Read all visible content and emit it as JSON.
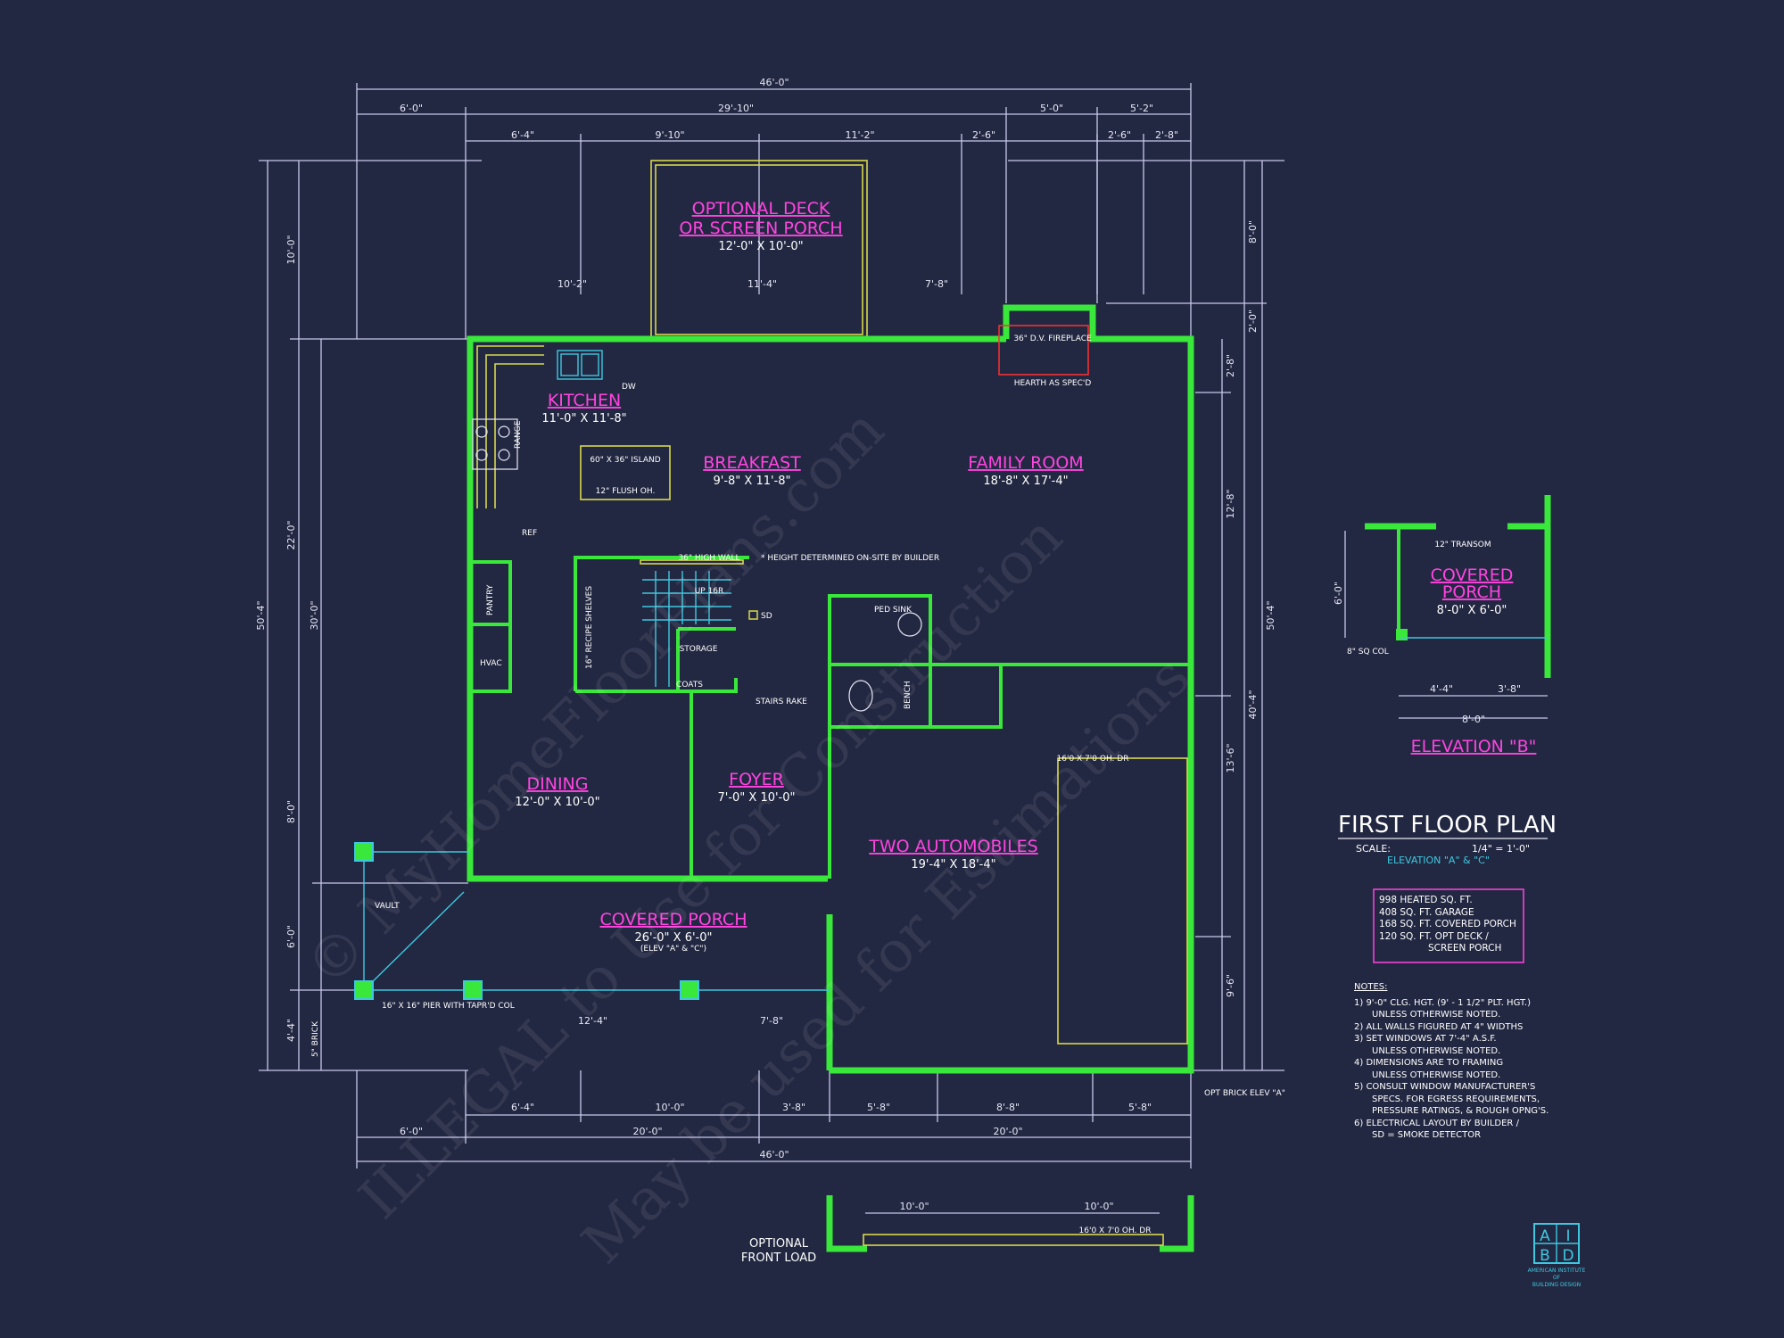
{
  "title": "FIRST FLOOR PLAN",
  "scale_label": "SCALE:",
  "scale_value": "1/4\" = 1'-0\"",
  "elevation": "ELEVATION \"A\" & \"C\"",
  "areas": [
    "998 HEATED SQ. FT.",
    "408 SQ. FT. GARAGE",
    "168 SQ. FT. COVERED PORCH",
    "120 SQ. FT. OPT DECK /",
    "SCREEN PORCH"
  ],
  "notes_title": "NOTES:",
  "notes": [
    "1)  9'-0\"  CLG. HGT. (9' - 1 1/2\" PLT. HGT.)",
    "UNLESS OTHERWISE NOTED.",
    "2)  ALL  WALLS FIGURED AT 4\" WIDTHS",
    "3)  SET WINDOWS AT 7'-4\" A.S.F.",
    "UNLESS OTHERWISE NOTED.",
    "4)  DIMENSIONS ARE TO FRAMING",
    "UNLESS OTHERWISE NOTED.",
    "5)  CONSULT WINDOW MANUFACTURER'S",
    "SPECS. FOR EGRESS REQUIREMENTS,",
    "PRESSURE RATINGS, & ROUGH OPNG'S.",
    "6)  ELECTRICAL LAYOUT BY BUILDER /",
    "SD = SMOKE DETECTOR"
  ],
  "rooms": {
    "deck": {
      "name1": "OPTIONAL DECK",
      "name2": "OR SCREEN PORCH",
      "size": "12'-0\" X 10'-0\""
    },
    "kitchen": {
      "name": "KITCHEN",
      "size": "11'-0\" X 11'-8\""
    },
    "breakfast": {
      "name": "BREAKFAST",
      "size": "9'-8\" X 11'-8\""
    },
    "family": {
      "name": "FAMILY ROOM",
      "size": "18'-8\" X 17'-4\""
    },
    "dining": {
      "name": "DINING",
      "size": "12'-0\" X 10'-0\""
    },
    "foyer": {
      "name": "FOYER",
      "size": "7'-0\" X 10'-0\""
    },
    "garage": {
      "name": "TWO AUTOMOBILES",
      "size": "19'-4\" X 18'-4\""
    },
    "porch": {
      "name": "COVERED PORCH",
      "size": "26'-0\" X 6'-0\"",
      "sub": "(ELEV \"A\" & \"C\")"
    },
    "porch_b": {
      "name": "COVERED",
      "name2": "PORCH",
      "size": "8'-0\" X 6'-0\""
    }
  },
  "elevation_b": "ELEVATION \"B\"",
  "optional_front_load": [
    "OPTIONAL",
    "FRONT LOAD"
  ],
  "labels": {
    "fireplace": "36\" D.V. FIREPLACE",
    "hearth": "HEARTH AS SPEC'D",
    "island": "60\" X 36\" ISLAND",
    "flush": "12\" FLUSH OH.",
    "high_wall": "36\" HIGH WALL",
    "height_note": "* HEIGHT DETERMINED ON-SITE BY BUILDER",
    "stairs": "UP 16R",
    "storage": "STORAGE",
    "coats": "COATS",
    "pantry": "PANTRY",
    "hvac": "HVAC",
    "ref": "REF",
    "range": "RANGE",
    "dw": "DW",
    "ped_sink": "PED SINK",
    "bench": "BENCH",
    "recipe": "16\" RECIPE SHELVES",
    "stairs_rake": "STAIRS RAKE",
    "sd": "SD",
    "vault": "VAULT",
    "pier": "16\" X 16\" PIER WITH TAPR'D COL",
    "sq_col": "8\" SQ COL",
    "garage_door": "16'0 X 7'0 OH. DR",
    "opt_brick": "OPT BRICK ELEV \"A\"",
    "brick": "5\" BRICK",
    "transom": "12\" TRANSOM"
  },
  "dims_top1": {
    "overall": "46'-0\"",
    "a": "6'-0\"",
    "b": "29'-10\"",
    "c": "5'-0\"",
    "d": "5'-2\""
  },
  "dims_top2": [
    "6'-4\"",
    "9'-10\"",
    "11'-2\"",
    "2'-6\"",
    "2'-6\"",
    "2'-8\""
  ],
  "dims_bot1": [
    "6'-4\"",
    "10'-0\"",
    "3'-8\"",
    "5'-8\"",
    "8'-8\"",
    "5'-8\""
  ],
  "dims_bot2": {
    "a": "6'-0\"",
    "b": "20'-0\"",
    "c": "20'-0\"",
    "overall": "46'-0\""
  },
  "dims_left": {
    "overall": "50'-4\"",
    "a": "10'-0\"",
    "b": "22'-0\"",
    "c": "8'-0\"",
    "d": "6'-0\"",
    "e": "4'-4\"",
    "f": "30'-0\""
  },
  "dims_right": {
    "overall": "50'-4\"",
    "a": "8'-0\"",
    "b": "2'-0\"",
    "c": "40'-4\"",
    "d": "12'-8\"",
    "e": "13'-6\"",
    "f": "9'-6\"",
    "g": "2'-8\""
  },
  "dims_front_load": [
    "10'-0\"",
    "10'-0\"",
    "16'0 X 7'0 OH. DR"
  ],
  "watermark": [
    "© MyHomeFloorPlans.com",
    "ILLEGAL to Use for Construction",
    "May be used for Estimations"
  ],
  "logo": {
    "a": "A",
    "i": "I",
    "b": "B",
    "d": "D",
    "text1": "AMERICAN INSTITUTE",
    "text2": "OF",
    "text3": "BUILDING DESIGN"
  },
  "colors": {
    "background": "#232842",
    "wall": "#39e83a",
    "room_label": "#ff44e0",
    "accent": "#3ec8e0"
  }
}
